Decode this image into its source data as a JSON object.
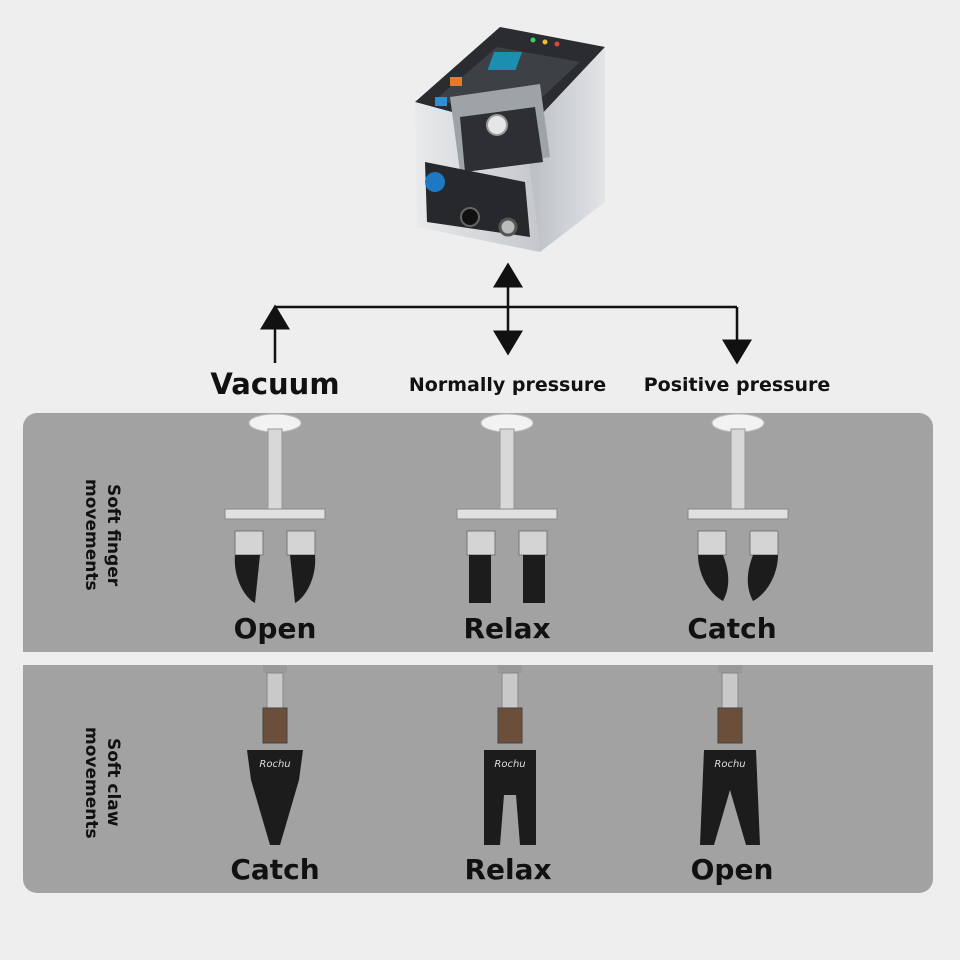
{
  "modes": {
    "vacuum": "Vacuum",
    "normal": "Normally pressure",
    "positive": "Positive pressure"
  },
  "rows": {
    "finger": {
      "title": "Soft finger movements",
      "states": [
        "Open",
        "Relax",
        "Catch"
      ]
    },
    "claw": {
      "title": "Soft claw movements",
      "states": [
        "Catch",
        "Relax",
        "Open"
      ]
    }
  },
  "colors": {
    "background": "#eeeeee",
    "panel": "#a2a2a2",
    "arrow": "#111111",
    "device_body": "#c9ccd0",
    "finger_rubber": "#1c1c1c"
  },
  "icons": [
    "controller-device",
    "soft-finger-gripper",
    "soft-claw-gripper"
  ]
}
